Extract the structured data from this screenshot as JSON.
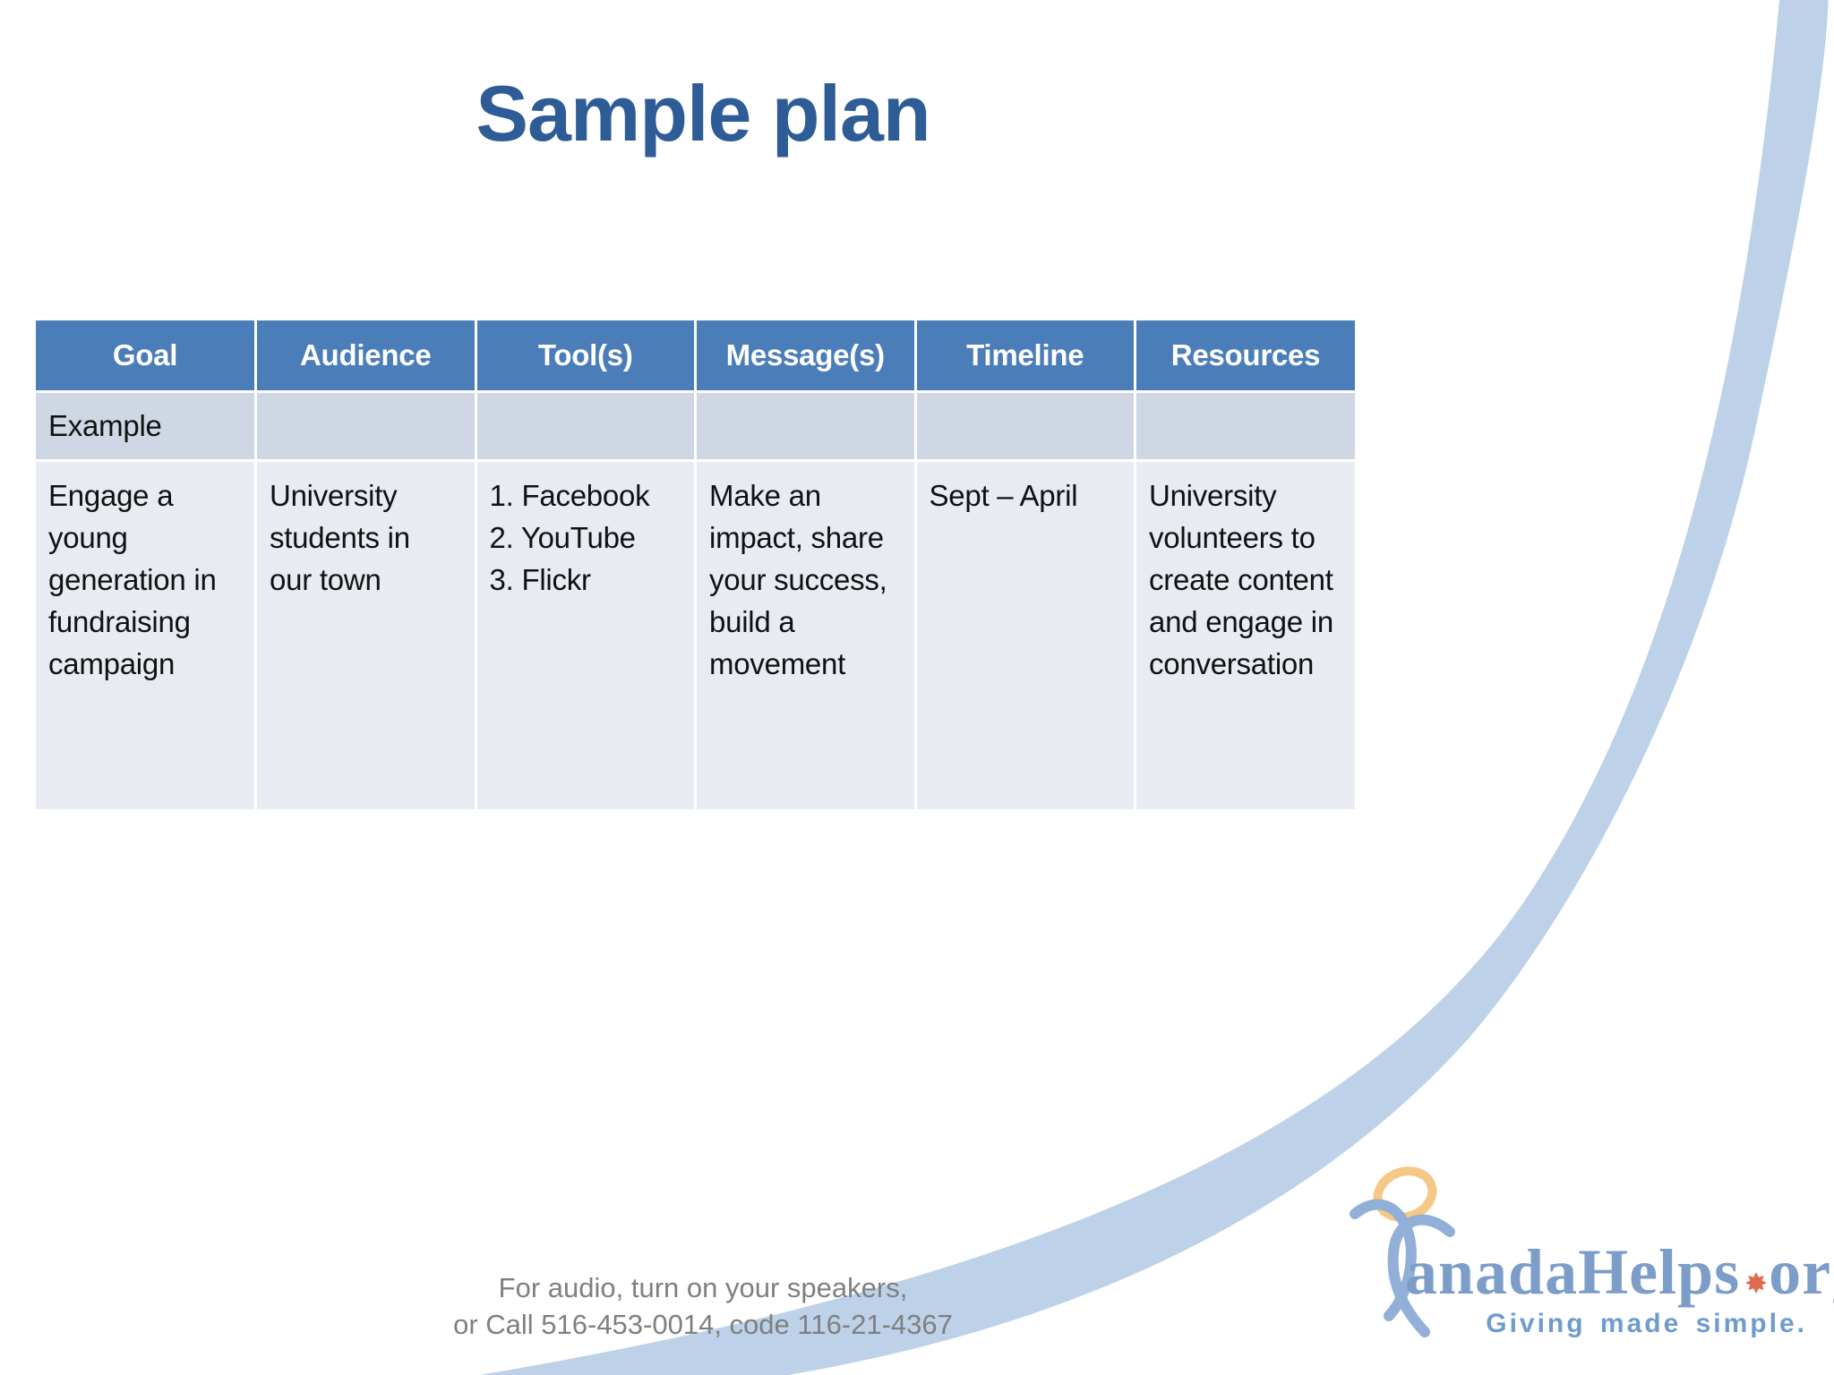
{
  "title": "Sample plan",
  "table": {
    "headers": [
      "Goal",
      "Audience",
      "Tool(s)",
      "Message(s)",
      "Timeline",
      "Resources"
    ],
    "example_label": "Example",
    "row": {
      "goal": "Engage a young generation in fundraising campaign",
      "audience": "University students in our town",
      "tools": [
        "1. Facebook",
        "2. YouTube",
        "3. Flickr"
      ],
      "messages": "Make an impact, share your success, build a movement",
      "timeline": "Sept – April",
      "resources": "University volunteers to create content and engage in conversation"
    }
  },
  "footer": {
    "line1": "For audio, turn on your speakers,",
    "line2": "or Call 516-453-0014, code 116-21-4367"
  },
  "logo": {
    "name_rest": "anadaHelps",
    "tld": "org",
    "tagline": "Giving made simple.",
    "icons": {
      "figure": "person-figure-icon",
      "head": "head-circle-icon",
      "leaf": "maple-leaf-icon"
    }
  },
  "colors": {
    "title_text": "#2e5c97",
    "header_bg": "#4b7db8",
    "header_text": "#ffffff",
    "example_row_bg": "#cfd6e4",
    "content_row_bg": "#e9ebf3",
    "body_text": "#111111",
    "swoosh": "#bdd1e8",
    "footer_text": "#7f7f7f",
    "logo_wordmark": "#7d9dc9",
    "logo_figure": "#92afd7",
    "logo_head": "#f6c886",
    "logo_leaf": "#e06a50",
    "logo_tagline": "#6f9bcd"
  }
}
